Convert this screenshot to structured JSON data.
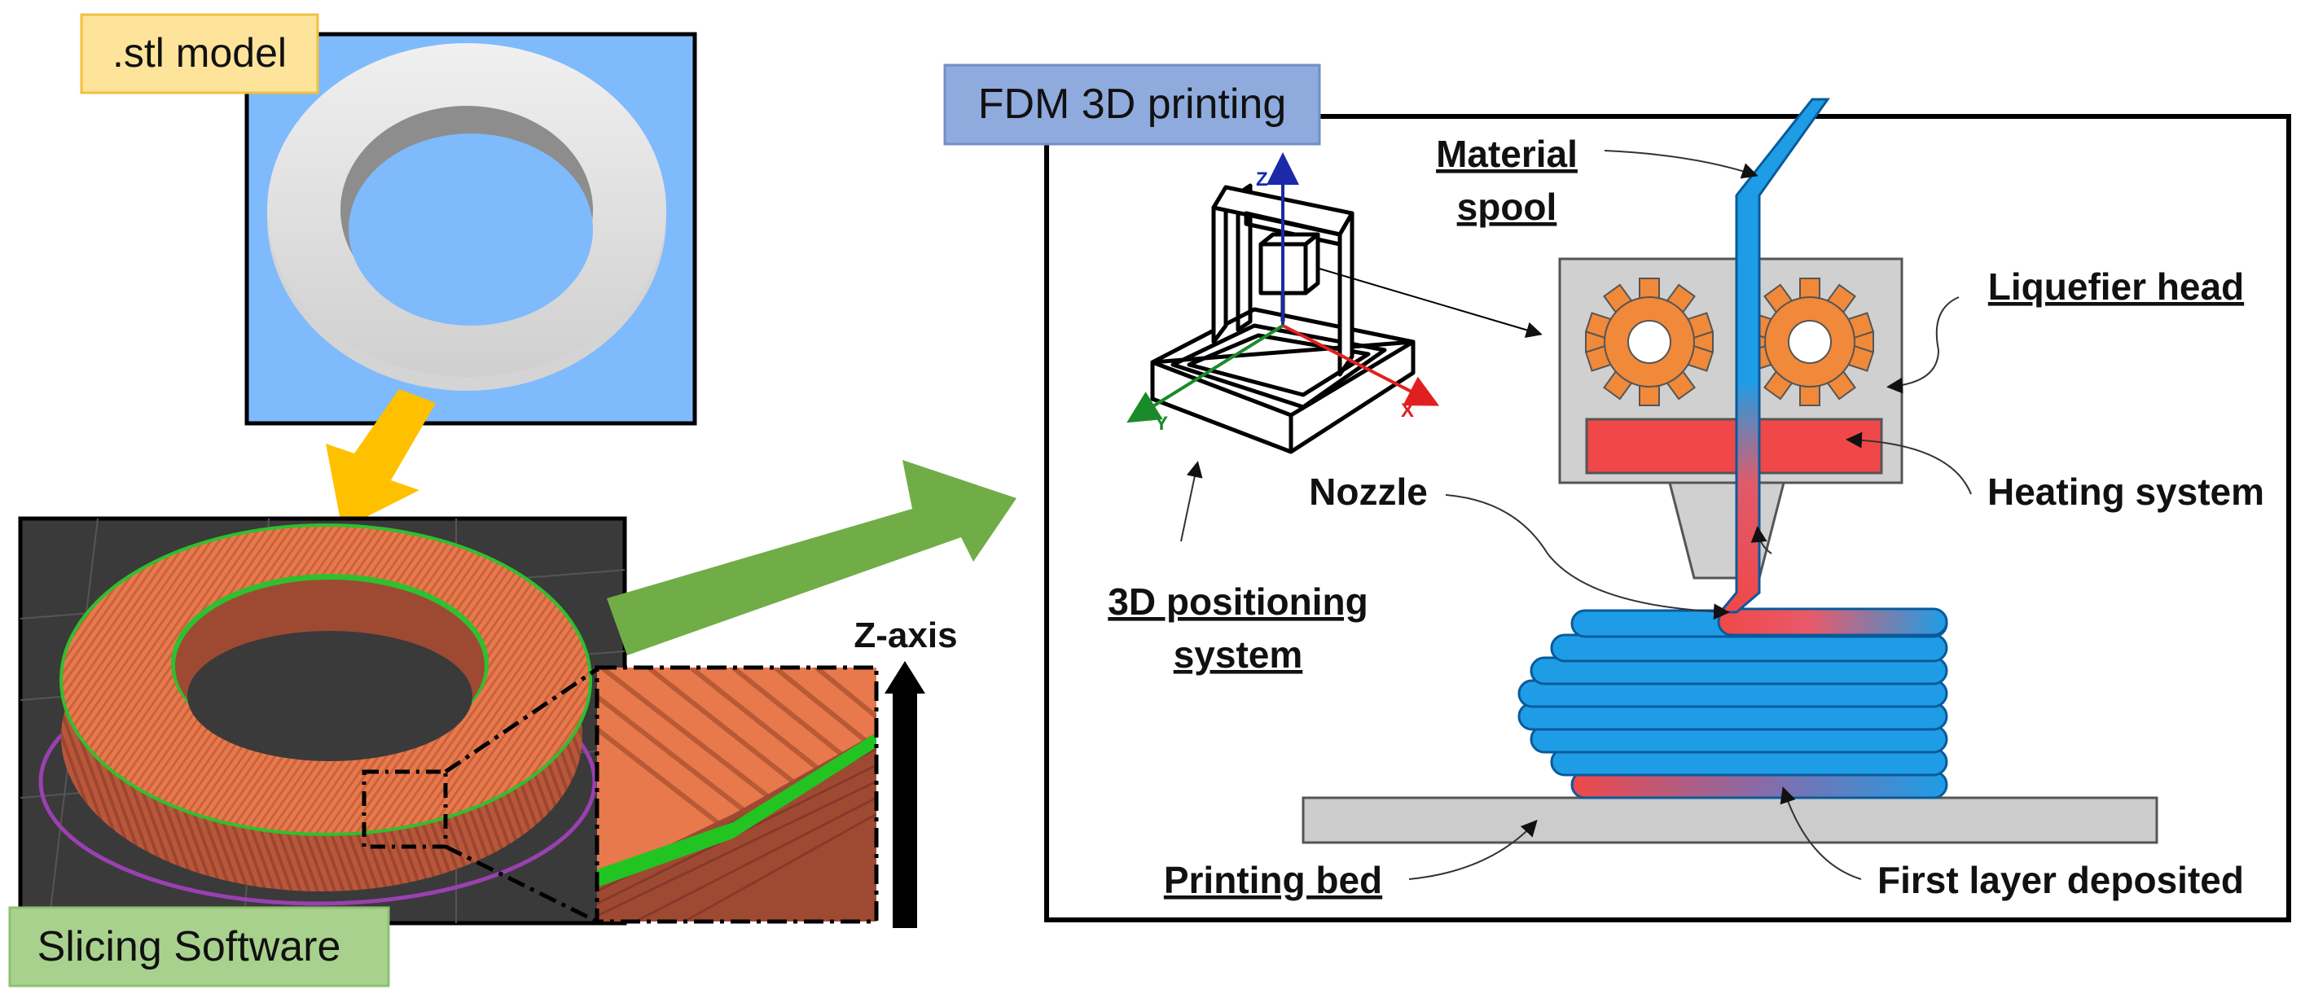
{
  "labels": {
    "stl_model": ".stl model",
    "slicing_software": "Slicing Software",
    "z_axis": "Z-axis",
    "fdm_printing": "FDM 3D printing",
    "material_spool_1": "Material",
    "material_spool_2": "spool",
    "liquefier_head": "Liquefier head",
    "heating_system": "Heating system",
    "nozzle": "Nozzle",
    "positioning_1": "3D positioning",
    "positioning_2": "system",
    "printing_bed": "Printing bed",
    "first_layer": "First layer deposited",
    "axis_x": "X",
    "axis_y": "Y",
    "axis_z": "Z"
  },
  "colors": {
    "stl_bg": "#7fbafc",
    "stl_label_bg": "#fde49a",
    "slicer_bg": "#3a3a3a",
    "ring_orange": "#e67a4f",
    "arrow_yellow": "#ffc000",
    "arrow_green": "#70ad47",
    "slicing_label_bg": "#a9d18e",
    "fdm_label_bg": "#8faadc",
    "filament_blue": "#1e9de6",
    "hot_red": "#f04848",
    "gear_orange": "#f0893a",
    "head_gray": "#d0d0d0",
    "bed_gray": "#cccccc"
  }
}
